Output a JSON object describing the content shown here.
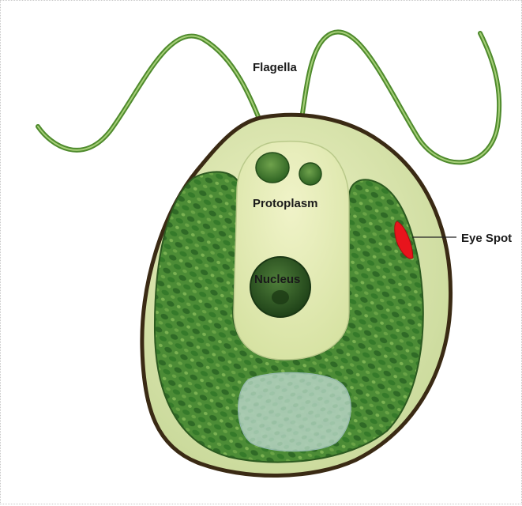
{
  "labels": {
    "flagella": "Flagella",
    "protoplasm": "Protoplasm",
    "nucleus": "Nucleus",
    "eye_spot": "Eye Spot"
  },
  "colors": {
    "membrane": "#3a2a14",
    "cell_fill": "#dfe7b3",
    "chloroplast": "#3c7d2e",
    "chloroplast_light": "#6fa64a",
    "protoplasm": "#e4ecb6",
    "nucleus": "#2d5522",
    "eye_spot": "#e8141c",
    "vacuole": "#bcd6dc",
    "flagella": "#4e8a2c"
  }
}
